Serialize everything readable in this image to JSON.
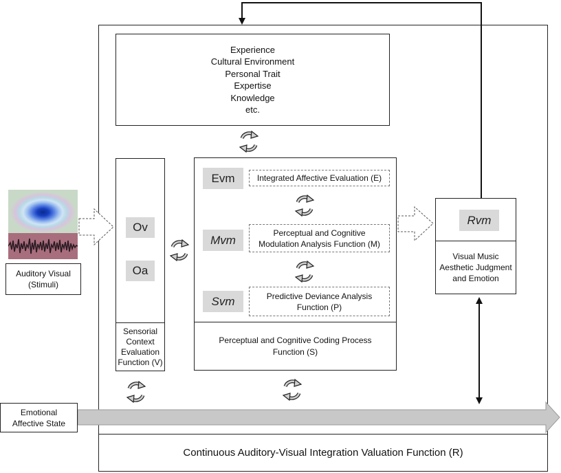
{
  "context_box": {
    "lines": "Experience\nCultural Environment\nPersonal Trait\nExpertise\nKnowledge\netc."
  },
  "stimuli": {
    "label": "Auditory Visual\n(Stimuli)"
  },
  "emotional_state": {
    "label": "Emotional\nAffective State"
  },
  "sensorial": {
    "ov": "Ov",
    "oa": "Oa",
    "label": "Sensorial\nContext\nEvaluation\nFunction (V)"
  },
  "coding": {
    "evm": "Evm",
    "evm_function": "Integrated Affective Evaluation (E)",
    "mvm": "Mvm",
    "mvm_function": "Perceptual and Cognitive\nModulation Analysis Function (M)",
    "svm": "Svm",
    "svm_function": "Predictive Deviance Analysis\nFunction (P)",
    "label": "Perceptual and Cognitive Coding Process\nFunction (S)"
  },
  "result": {
    "rvm": "Rvm",
    "label": "Visual Music\nAesthetic Judgment\nand Emotion"
  },
  "outer_label": "Continuous Auditory-Visual Integration Valuation Function (R)",
  "colors": {
    "label_fill": "#d9d9d9",
    "state_arrow": "#c8c8c8",
    "stroke": "#222222"
  }
}
